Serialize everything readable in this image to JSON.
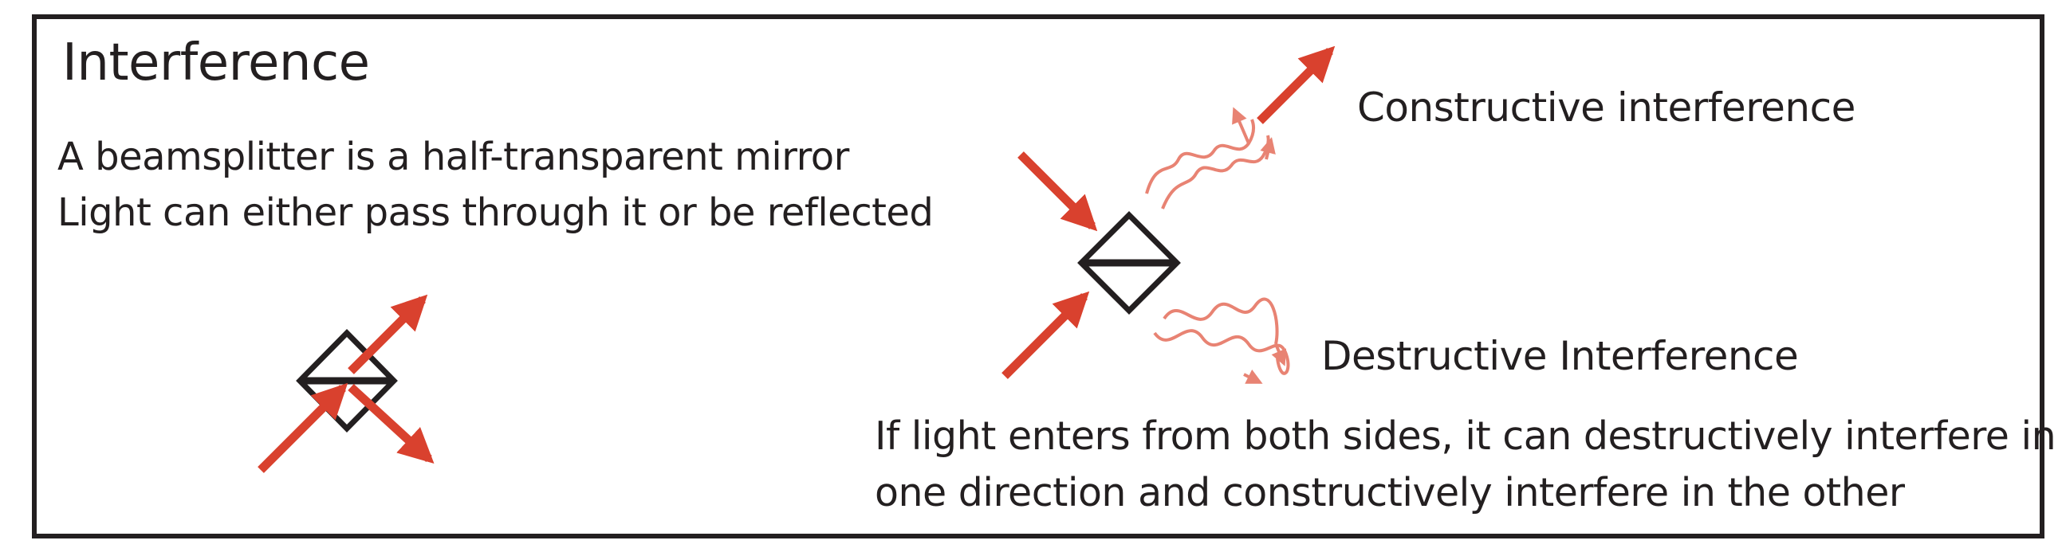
{
  "title": "Interference",
  "intro": {
    "line1": "A beamsplitter is a half-transparent mirror",
    "line2": "Light can either pass through it or be reflected"
  },
  "labels": {
    "constructive": "Constructive interference",
    "destructive": "Destructive Interference"
  },
  "caption": {
    "line1": "If light enters from both sides, it can destructively interfere in",
    "line2": "one direction and constructively interfere in the other"
  },
  "colors": {
    "arrow": "#d9412e",
    "wave": "#e88373",
    "ink": "#231f20"
  }
}
